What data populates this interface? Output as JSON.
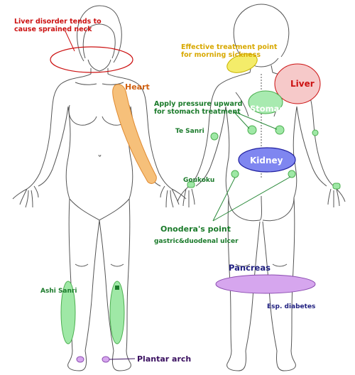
{
  "labels": {
    "liver_neck_1": "Liver disorder tends to",
    "liver_neck_2": "cause sprained neck",
    "heart": "Heart",
    "morning_1": "Effective treatment point",
    "morning_2": "for morning sickness",
    "liver": "Liver",
    "stomach_1": "Apply pressure upward",
    "stomach_2": "for stomach treatment",
    "stomach": "Stomach",
    "te_sanri": "Te Sanri",
    "kidney": "Kidney",
    "goukoku": "Goukoku",
    "onodera": "Onodera's point",
    "ulcer": "gastric&duodenal ulcer",
    "pancreas": "Pancreas",
    "diabetes": "Esp. diabetes",
    "ashi_sanri": "Ashi Sanri",
    "plantar": "Plantar arch"
  },
  "colors": {
    "red_text": "#cc1111",
    "heart_text": "#d06010",
    "yellow_text": "#d8a800",
    "green_text": "#1a7a2a",
    "navy_text": "#202080",
    "purple_text": "#3a1060",
    "heart_fill": "#f6c07a",
    "liver_fill": "#f6c9c9",
    "stomach_fill": "#a8eab0",
    "kidney_fill": "#7f86f0",
    "pancreas_fill": "#d6a6ee",
    "leg_fill": "#9fe8a6",
    "morning_fill": "#f4ec6a",
    "plantar_fill": "#d6a6ee",
    "outline": "#555555"
  }
}
